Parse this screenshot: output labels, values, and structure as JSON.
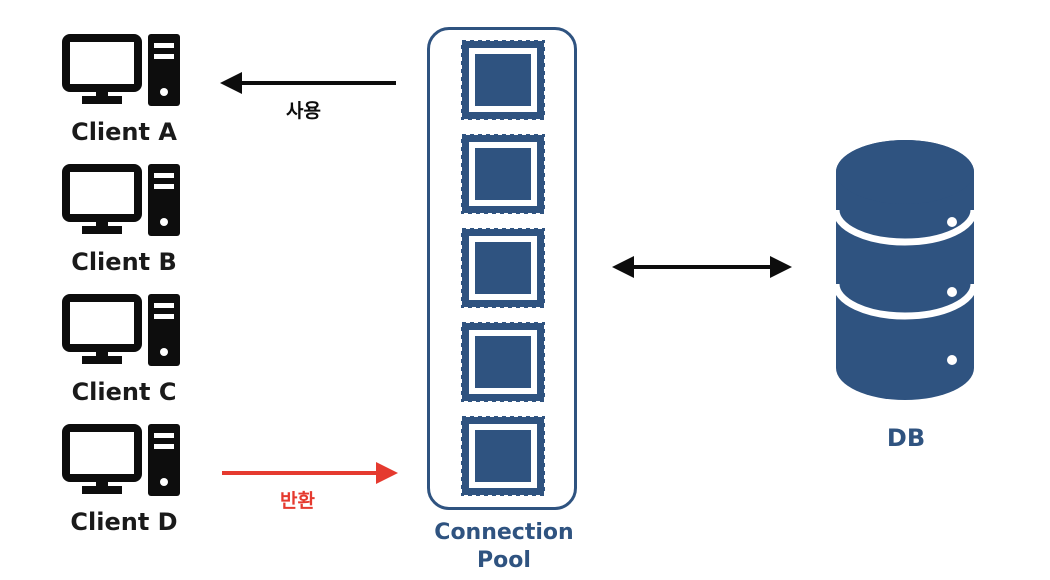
{
  "clients": [
    {
      "label": "Client A"
    },
    {
      "label": "Client B"
    },
    {
      "label": "Client C"
    },
    {
      "label": "Client D"
    }
  ],
  "edges": {
    "use_label": "사용",
    "return_label": "반환"
  },
  "pool": {
    "title_line1": "Connection",
    "title_line2": "Pool",
    "connections": 5
  },
  "db": {
    "label": "DB"
  },
  "colors": {
    "accent": "#2f5380",
    "dark": "#0d0d0d",
    "return": "#e53a2f"
  },
  "icons": [
    "computer-icon",
    "connection-icon",
    "database-icon"
  ]
}
